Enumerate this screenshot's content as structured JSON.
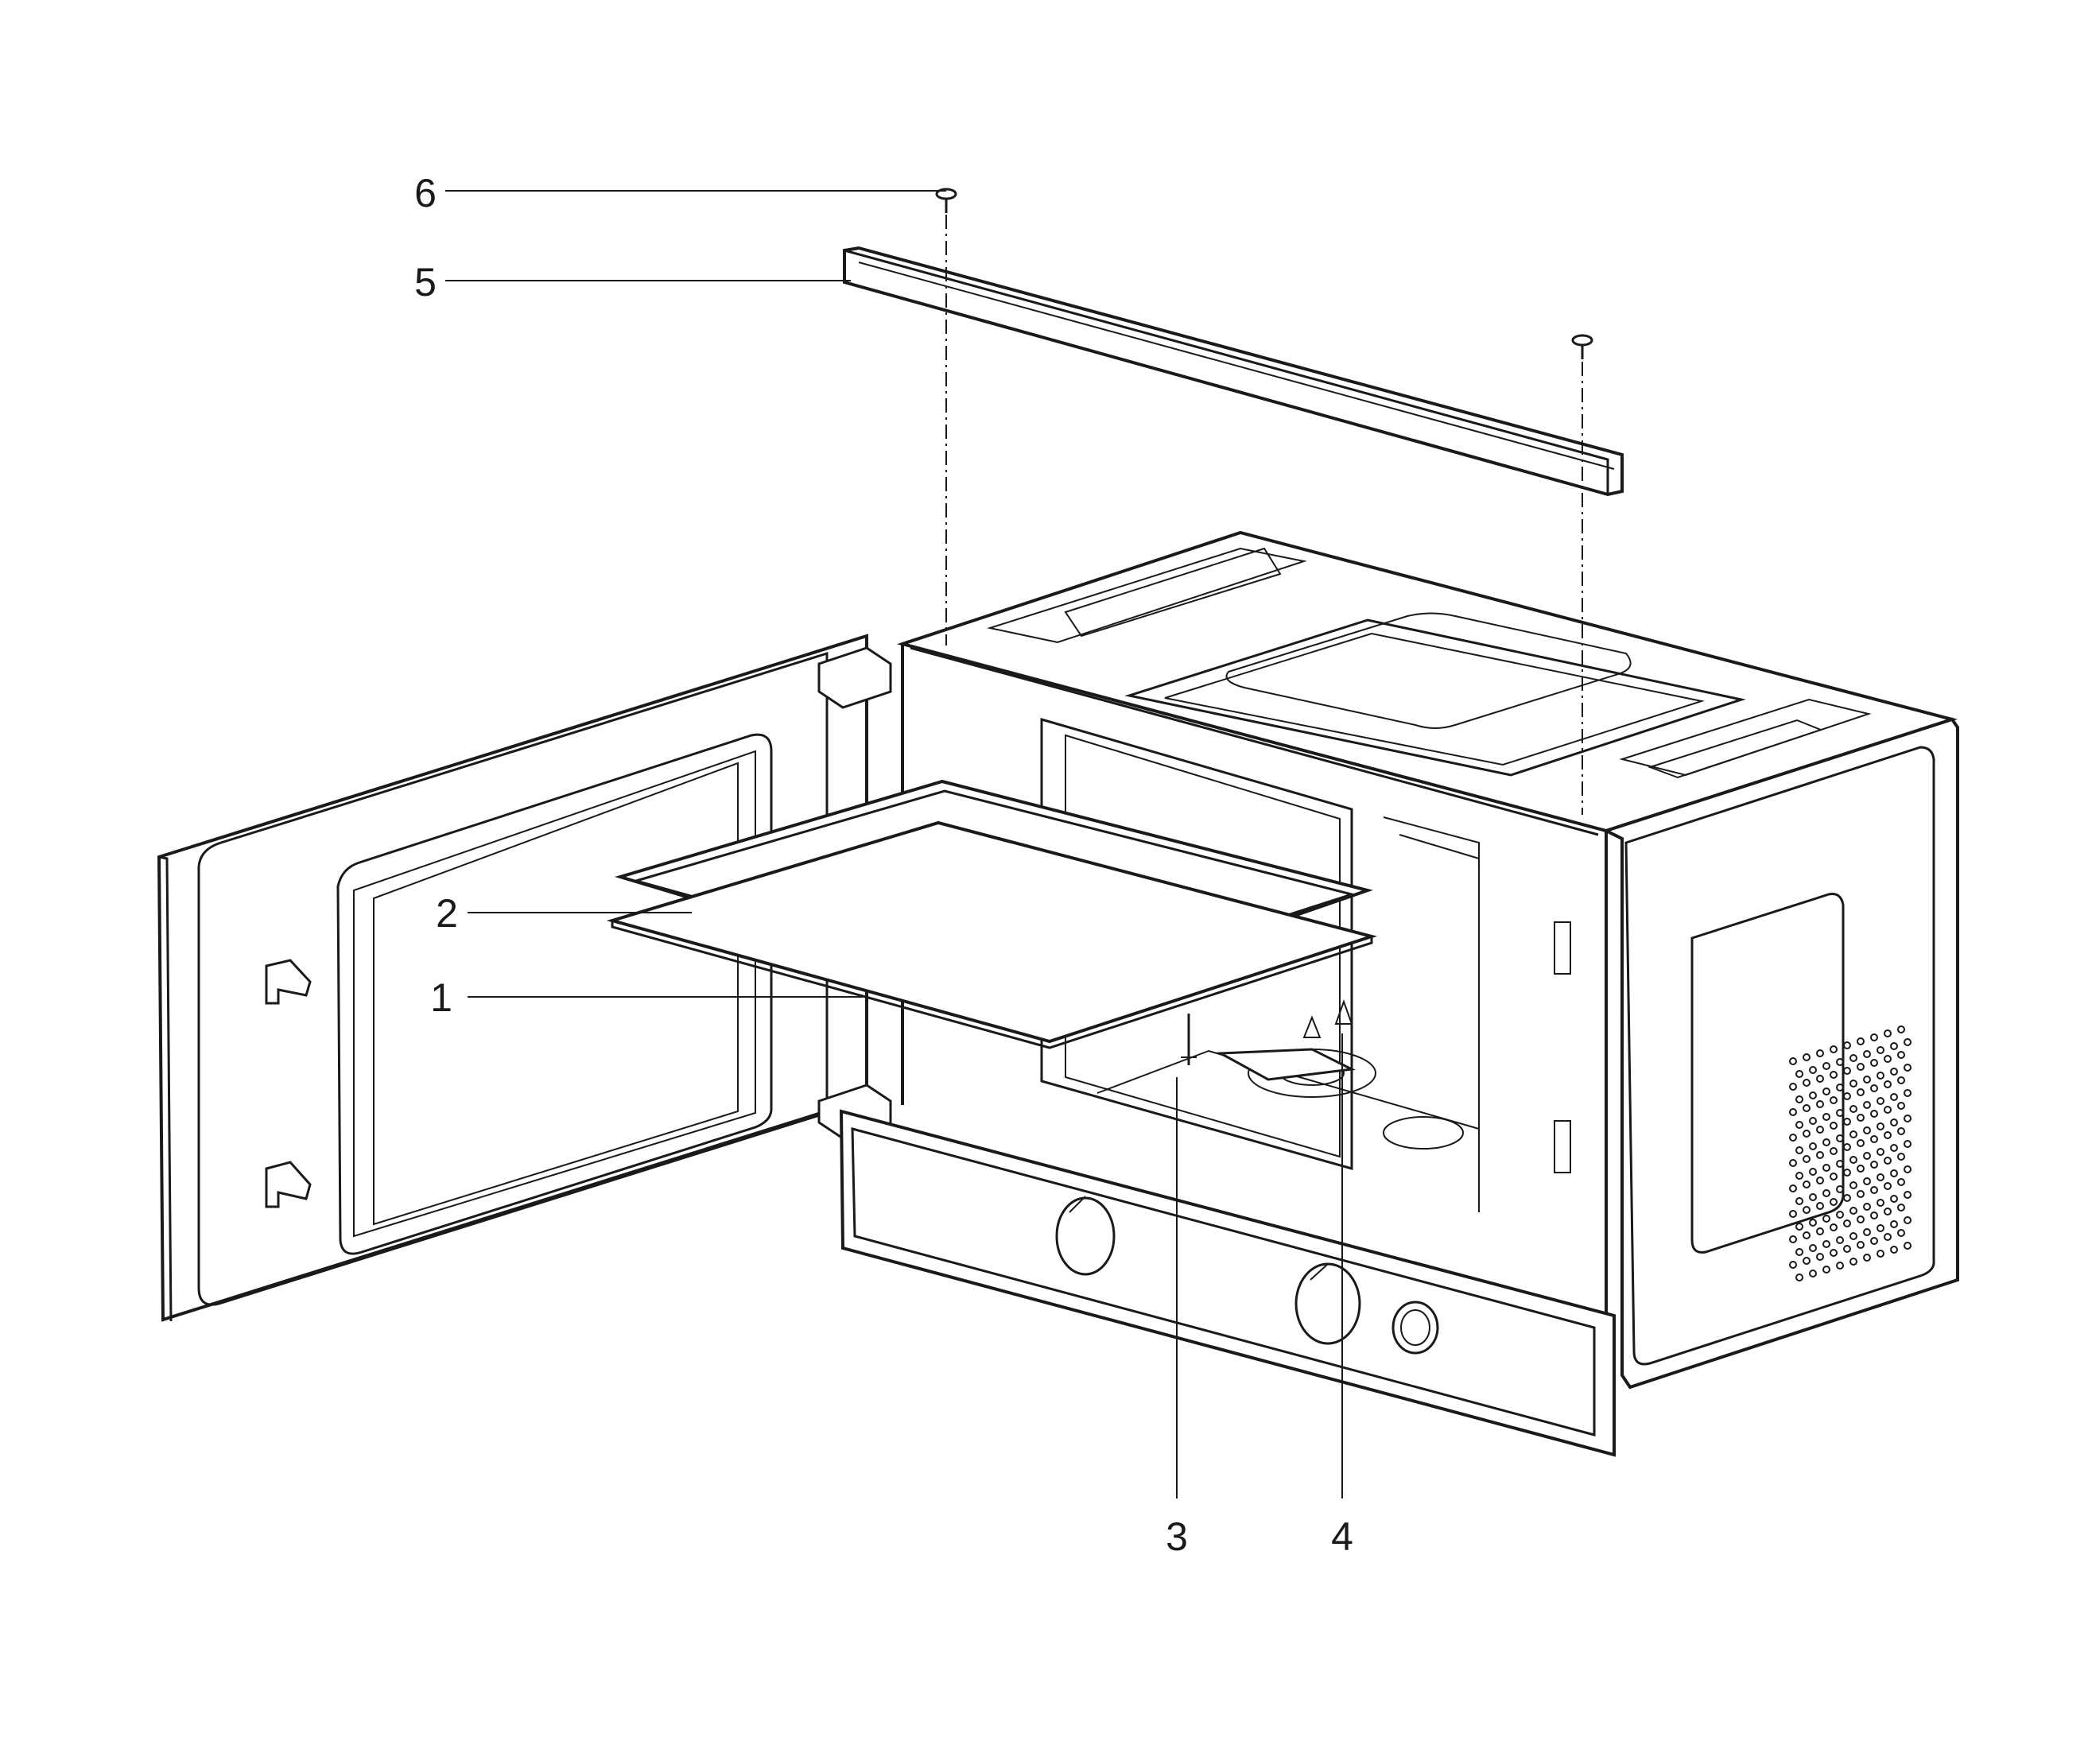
{
  "diagram": {
    "type": "exploded-parts-view",
    "callouts": [
      {
        "id": "1",
        "label": "1"
      },
      {
        "id": "2",
        "label": "2"
      },
      {
        "id": "3",
        "label": "3"
      },
      {
        "id": "4",
        "label": "4"
      },
      {
        "id": "5",
        "label": "5"
      },
      {
        "id": "6",
        "label": "6"
      }
    ]
  }
}
